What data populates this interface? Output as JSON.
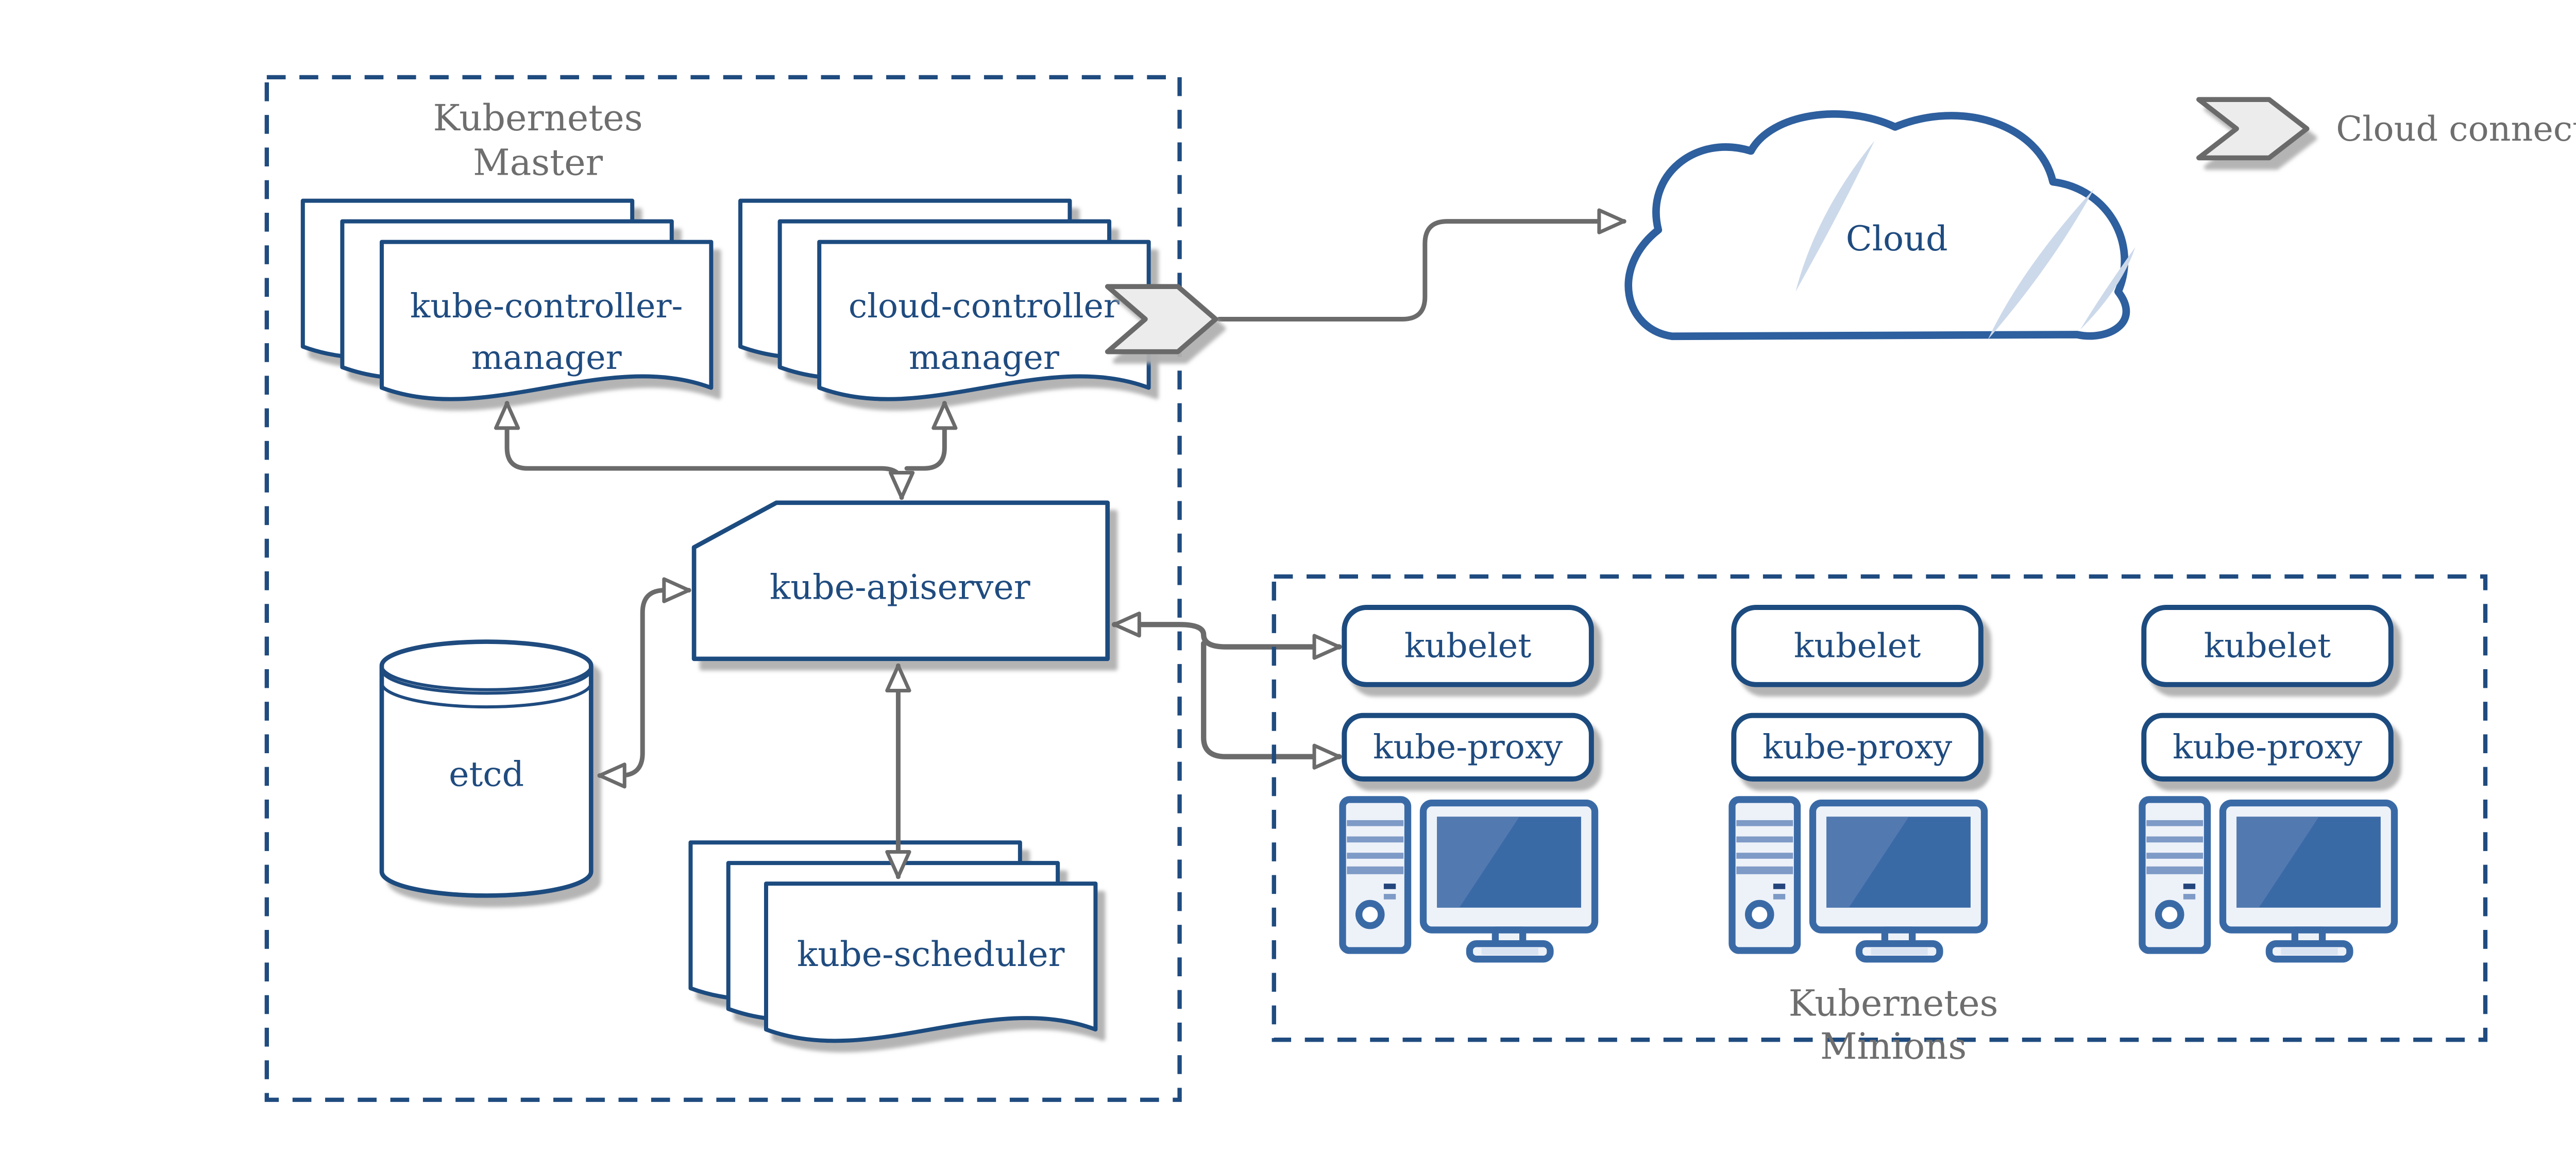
{
  "colors": {
    "navy": "#1f4b7f",
    "blue-bright": "#2e5f9e",
    "gray": "#6e6e6e",
    "arrow": "#6b6b6b",
    "shadow": "#b0b0b0",
    "light-blue": "#ccd9ea",
    "chevron-fill": "#ececec",
    "ws-blue": "#3a6aa6",
    "ws-light": "#edf2f9",
    "ws-stripe": "#7e9ac6",
    "ws-sheen": "#537ab0",
    "background": "#ffffff"
  },
  "master": {
    "title_line1": "Kubernetes",
    "title_line2": "Master",
    "kube_controller_manager": {
      "line1": "kube-controller-",
      "line2": "manager"
    },
    "cloud_controller_manager": {
      "line1": "cloud-controller",
      "line2": "manager"
    },
    "kube_apiserver": "kube-apiserver",
    "etcd": "etcd",
    "kube_scheduler": "kube-scheduler"
  },
  "cloud": {
    "label": "Cloud"
  },
  "legend": {
    "cloud_connector_label": "Cloud connector"
  },
  "minions": {
    "title_line1": "Kubernetes",
    "title_line2": "Minions",
    "nodes": [
      {
        "kubelet": "kubelet",
        "kube_proxy": "kube-proxy"
      },
      {
        "kubelet": "kubelet",
        "kube_proxy": "kube-proxy"
      },
      {
        "kubelet": "kubelet",
        "kube_proxy": "kube-proxy"
      }
    ]
  }
}
